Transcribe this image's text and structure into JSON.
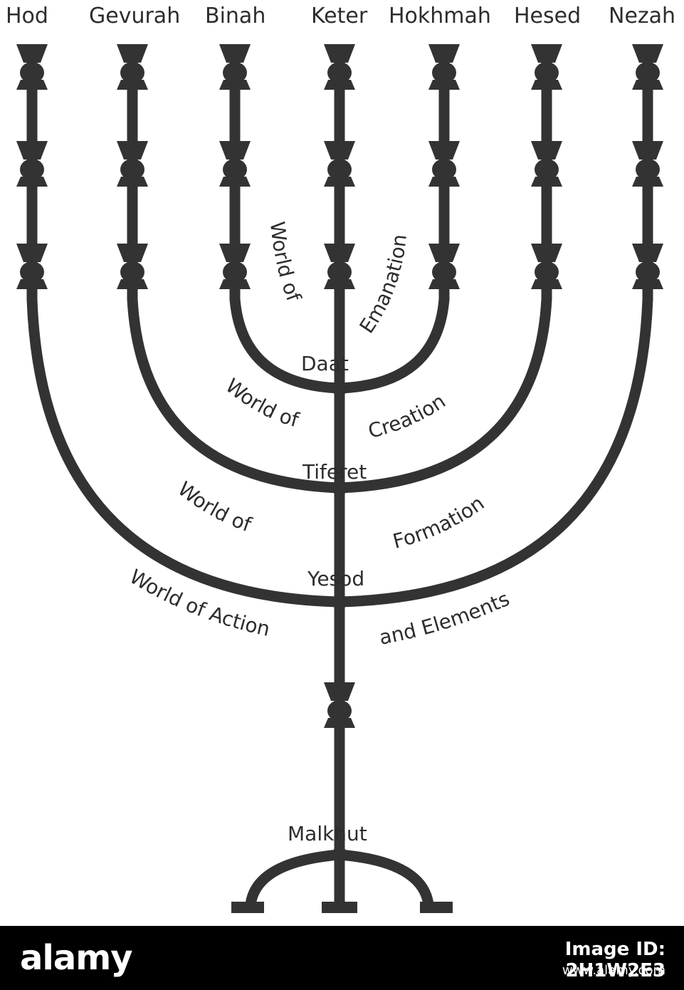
{
  "sefirot_top": [
    "Hod",
    "Gevurah",
    "Binah",
    "Keter",
    "Hokhmah",
    "Hesed",
    "Nezah"
  ],
  "nodes": {
    "daat": "Daat",
    "tiferet": "Tiferet",
    "yesod": "Yesod",
    "malkhut": "Malkhut"
  },
  "worlds": {
    "emanation_left": "World of",
    "emanation_right": "Emanation",
    "creation_left": "World of",
    "creation_right": "Creation",
    "formation_left": "World of",
    "formation_right": "Formation",
    "action_left": "World of Action",
    "action_right": "and Elements"
  },
  "footer": {
    "brand": "alamy",
    "image_id": "Image ID: 2H1W2E3",
    "url": "www.alamy.com"
  },
  "colors": {
    "ink": "#333333",
    "background": "#ffffff",
    "footer": "#000000"
  }
}
